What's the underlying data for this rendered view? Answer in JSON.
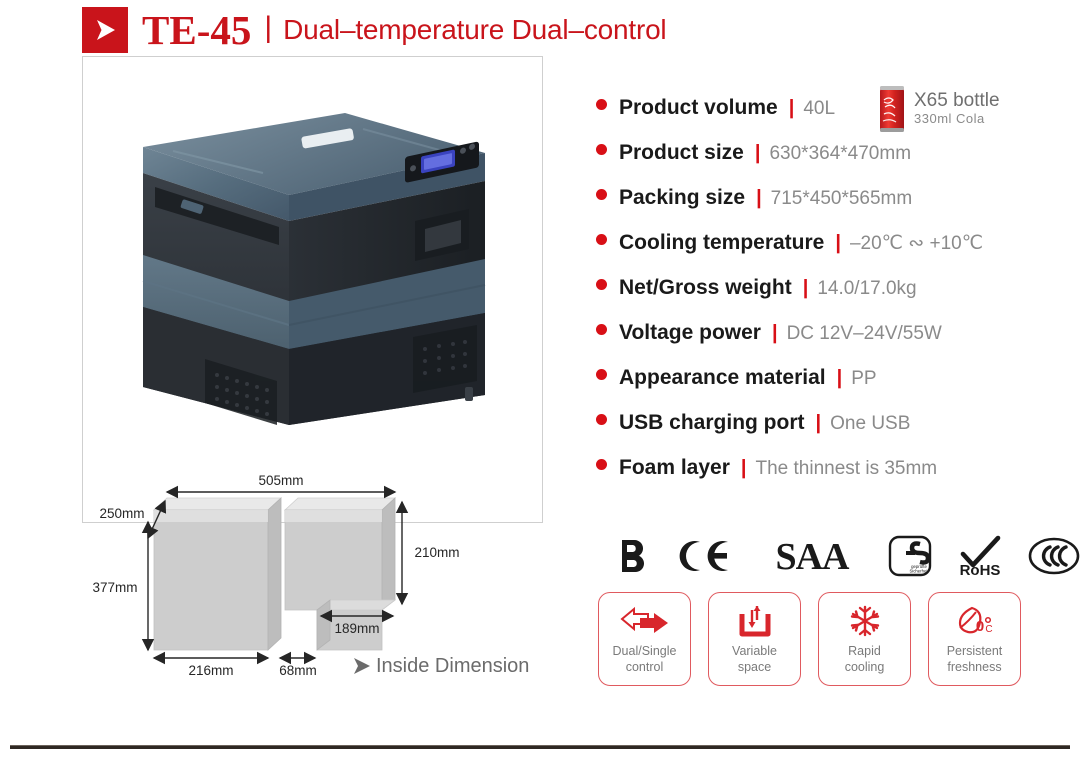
{
  "header": {
    "logo_icon": "play-arrow-icon",
    "model": "TE-45",
    "divider": "|",
    "subtitle": "Dual–temperature Dual–control"
  },
  "product_photo": {
    "alt": "portable-car-refrigerator",
    "body_color": "#2f3338",
    "accent_color": "#5c7183",
    "display_color": "#4b5fd0"
  },
  "dimension_diagram": {
    "labels": {
      "width_top": "505mm",
      "depth": "250mm",
      "height_left": "377mm",
      "height_right": "210mm",
      "width_right_lower": "189mm",
      "width_left_bottom": "216mm",
      "width_mid_bottom": "68mm"
    },
    "caption": "Inside Dimension",
    "caption_icon": "triangle-right-icon"
  },
  "specs": {
    "rows": [
      {
        "label": "Product volume",
        "sep": "|",
        "value": "40L"
      },
      {
        "label": "Product size",
        "sep": "|",
        "value": "630*364*470mm"
      },
      {
        "label": "Packing size",
        "sep": "|",
        "value": "715*450*565mm"
      },
      {
        "label": "Cooling temperature",
        "sep": "|",
        "value": "–20℃ ∾ +10℃"
      },
      {
        "label": "Net/Gross weight",
        "sep": "|",
        "value": "14.0/17.0kg"
      },
      {
        "label": "Voltage power",
        "sep": "|",
        "value": "DC 12V–24V/55W"
      },
      {
        "label": "Appearance material",
        "sep": "|",
        "value": "PP"
      },
      {
        "label": "USB charging port",
        "sep": "|",
        "value": "One USB"
      },
      {
        "label": "Foam layer",
        "sep": "|",
        "value": "The thinnest is 35mm"
      }
    ],
    "bullet_color": "#d80f16",
    "separator_color": "#d80f16"
  },
  "cola_badge": {
    "icon": "cola-can-icon",
    "line1": "X65 bottle",
    "line2": "330ml Cola"
  },
  "certifications": [
    {
      "name": "CB",
      "icon": "cb-mark-icon"
    },
    {
      "name": "CE",
      "icon": "ce-mark-icon"
    },
    {
      "name": "SAA",
      "icon": "saa-mark-icon"
    },
    {
      "name": "GS",
      "icon": "gs-mark-icon"
    },
    {
      "name": "RoHS",
      "icon": "rohs-mark-icon"
    },
    {
      "name": "CCC",
      "icon": "ccc-mark-icon"
    }
  ],
  "features": [
    {
      "icon": "dual-arrows-icon",
      "label": "Dual/Single\ncontrol"
    },
    {
      "icon": "variable-space-icon",
      "label": "Variable\nspace"
    },
    {
      "icon": "snowflake-icon",
      "label": "Rapid\ncooling"
    },
    {
      "icon": "leaf-zero-degree-icon",
      "label": "Persistent\nfreshness"
    }
  ],
  "colors": {
    "brand_red": "#c9141b",
    "bullet_red": "#d80f16",
    "feature_border": "#e05a5f",
    "value_gray": "#8a8a8a",
    "footer_dark": "#2e2823"
  }
}
